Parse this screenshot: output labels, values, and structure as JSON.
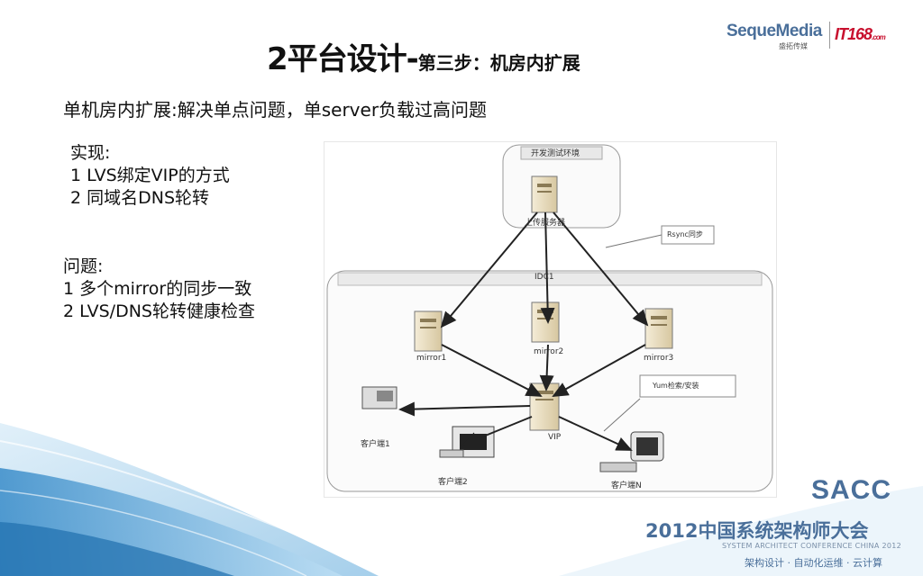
{
  "title": {
    "main": "2平台设计-",
    "sub": "第三步：机房内扩展"
  },
  "logos": {
    "seque": "SequeMedia",
    "seque_sub": "盛拓传媒",
    "it168": "IT168",
    "it168_suffix": ".com"
  },
  "subtitle": "单机房内扩展:解决单点问题，单server负载过高问题",
  "implementation": {
    "heading": "实现:",
    "items": [
      "1 LVS绑定VIP的方式",
      "2 同域名DNS轮转"
    ]
  },
  "issues": {
    "heading": "问题:",
    "items": [
      "1 多个mirror的同步一致",
      "2 LVS/DNS轮转健康检查"
    ]
  },
  "diagram": {
    "dev_env_label": "开发测试环境",
    "upload_server_label": "上传服务器",
    "rsync_label": "Rsync同步",
    "idc_label": "IDC1",
    "mirrors": [
      "mirror1",
      "mirror2",
      "mirror3"
    ],
    "vip_label": "VIP",
    "yum_label": "Yum检索/安装",
    "clients": [
      "客户端1",
      "客户端2",
      "客户端N"
    ]
  },
  "footer": {
    "sacc": "SACC",
    "conference_cn": "2012中国系统架构师大会",
    "conference_en": "SYSTEM ARCHITECT CONFERENCE CHINA 2012",
    "tagline": "架构设计 · 自动化运维 · 云计算"
  }
}
